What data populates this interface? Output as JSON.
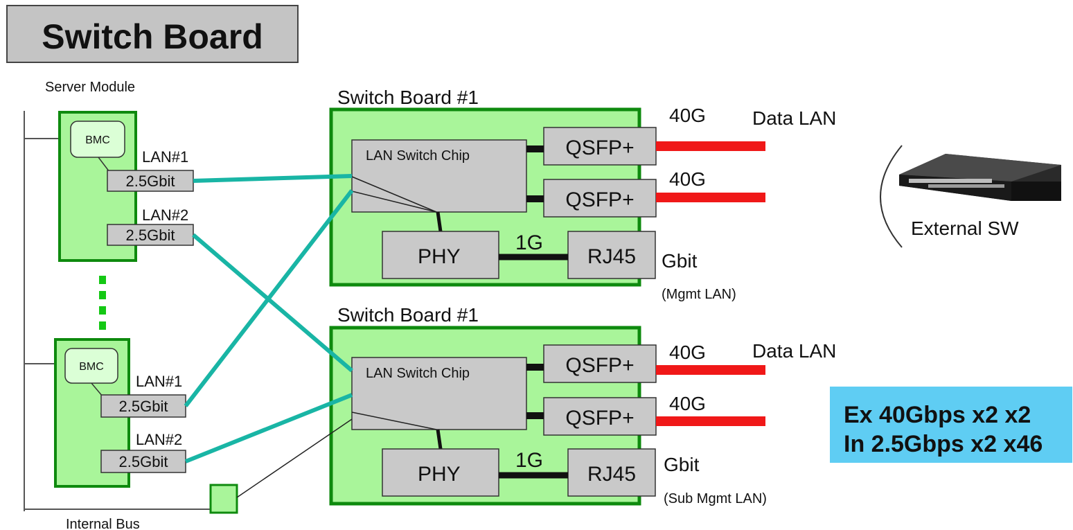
{
  "title": "Switch Board",
  "server_module_label": "Server Module",
  "internal_bus_label": "Internal Bus",
  "modules": [
    {
      "bmc": "BMC",
      "lan1_label": "LAN#1",
      "lan1_speed": "2.5Gbit",
      "lan2_label": "LAN#2",
      "lan2_speed": "2.5Gbit"
    },
    {
      "bmc": "BMC",
      "lan1_label": "LAN#1",
      "lan1_speed": "2.5Gbit",
      "lan2_label": "LAN#2",
      "lan2_speed": "2.5Gbit"
    }
  ],
  "boards": [
    {
      "title": "Switch Board #1",
      "chip": "LAN Switch  Chip",
      "qsfp1": "QSFP+",
      "qsfp2": "QSFP+",
      "phy": "PHY",
      "rj45": "RJ45",
      "link_1g": "1G",
      "speed1": "40G",
      "speed2": "40G",
      "data_lan": "Data LAN",
      "gbit": "Gbit",
      "mgmt": "(Mgmt LAN)"
    },
    {
      "title": "Switch Board #1",
      "chip": "LAN Switch  Chip",
      "qsfp1": "QSFP+",
      "qsfp2": "QSFP+",
      "phy": "PHY",
      "rj45": "RJ45",
      "link_1g": "1G",
      "speed1": "40G",
      "speed2": "40G",
      "data_lan": "Data LAN",
      "gbit": "Gbit",
      "mgmt": "(Sub Mgmt LAN)"
    }
  ],
  "external_sw_label": "External SW",
  "summary": {
    "line1": "Ex 40Gbps  x2 x2",
    "line2": "In 2.5Gbps x2 x46"
  },
  "colors": {
    "module_fill": "#a9f59a",
    "board_border": "#0e8a0e",
    "gray_box": "#c9c9c9",
    "link_teal": "#19b5a5",
    "uplink_red": "#f01818",
    "summary_bg": "#5fcdf3"
  }
}
